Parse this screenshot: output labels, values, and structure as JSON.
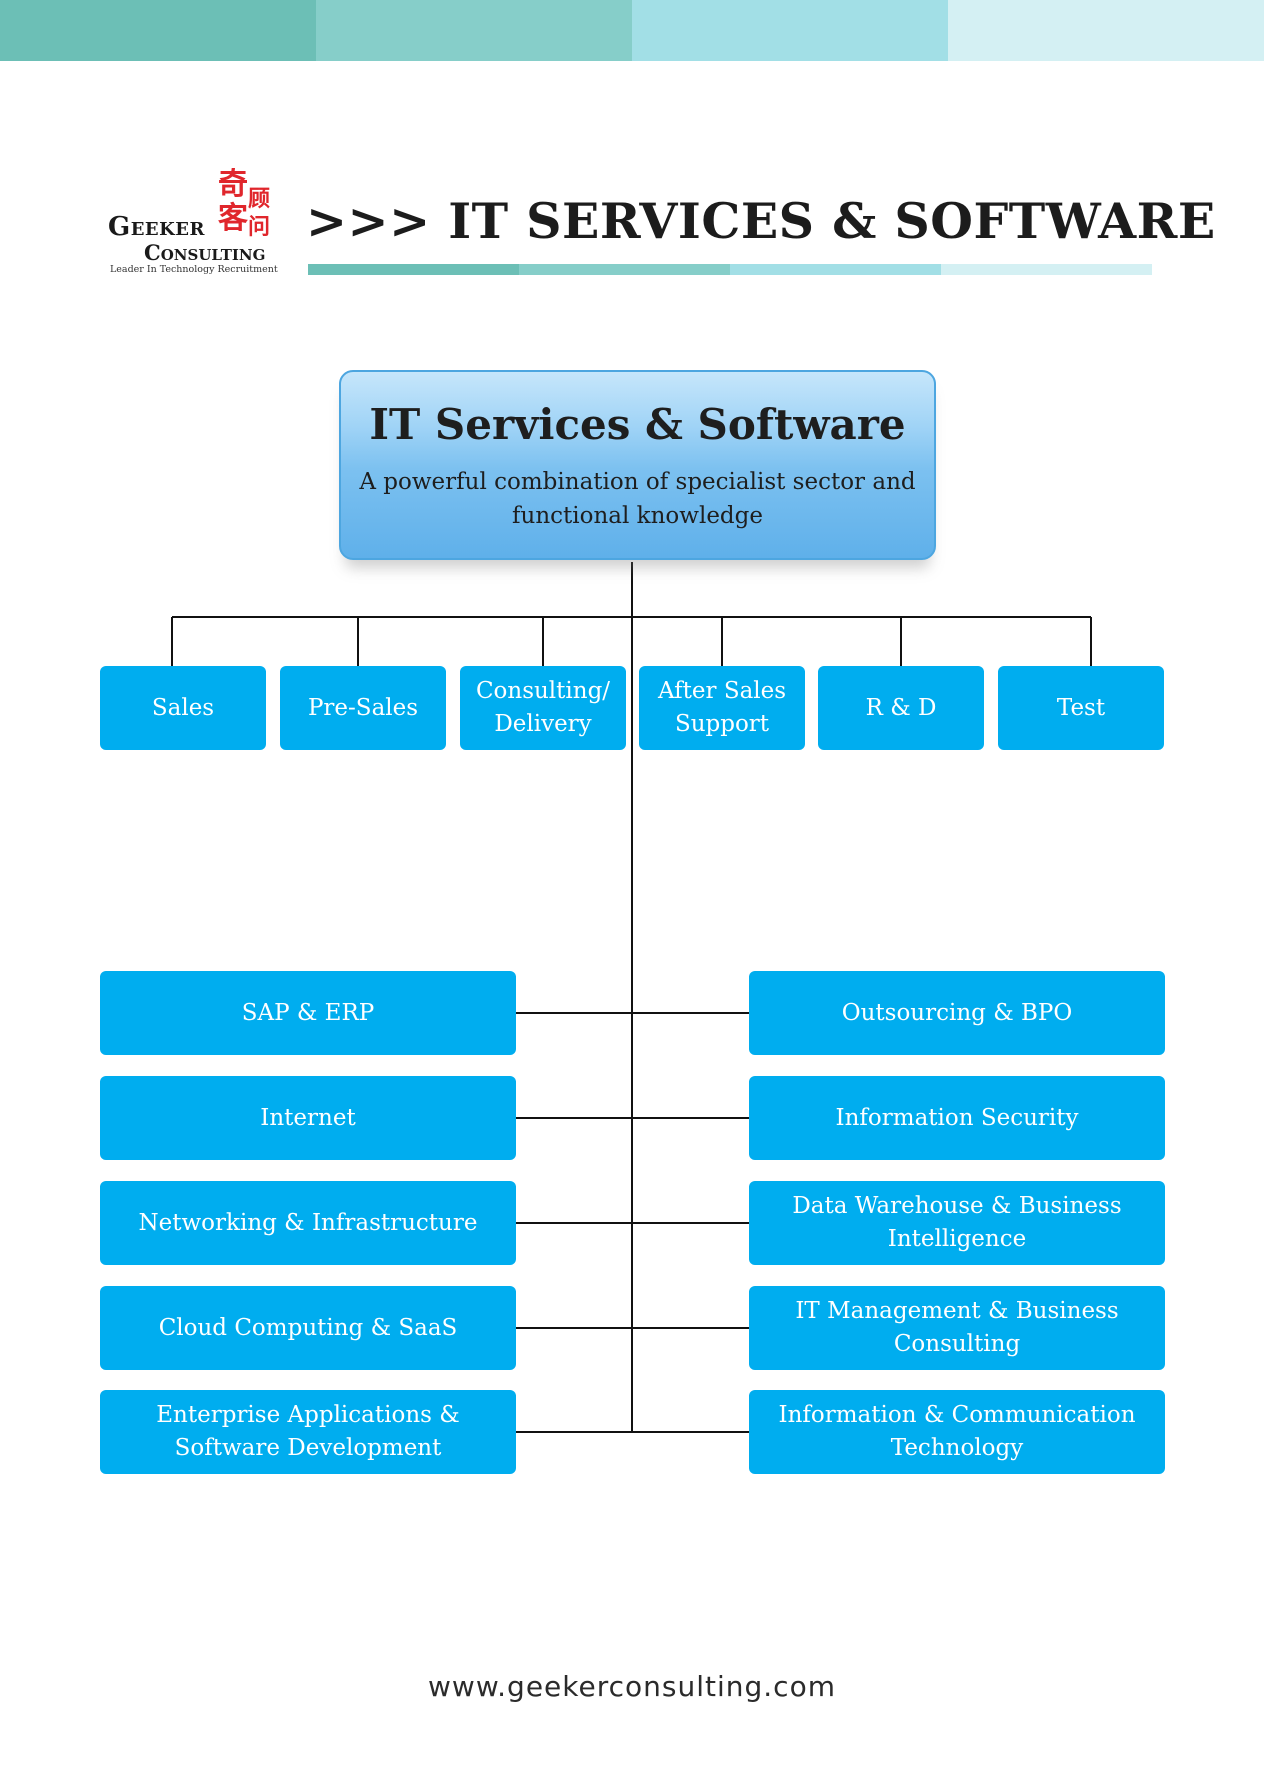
{
  "colors": {
    "top_bar": [
      "#6cbfb6",
      "#86cec9",
      "#a2dfe6",
      "#d4f0f3"
    ],
    "title_bar": [
      "#6cbfb6",
      "#86cec9",
      "#a2dfe6",
      "#d4f0f3"
    ],
    "node_fill": "#00adef",
    "brand_red": "#e0262c"
  },
  "logo": {
    "chinese": [
      "奇",
      "顾",
      "客",
      "问"
    ],
    "name_line1": "Geeker",
    "name_line2": "Consulting",
    "tagline": "Leader In Technology Recruitment"
  },
  "header": {
    "title": ">>> IT SERVICES & SOFTWARE"
  },
  "root": {
    "title": "IT Services & Software",
    "subtitle": "A powerful combination of specialist sector and functional knowledge"
  },
  "functions": [
    "Sales",
    "Pre-Sales",
    "Consulting/ Delivery",
    "After Sales Support",
    "R & D",
    "Test"
  ],
  "sectors_left": [
    "SAP & ERP",
    "Internet",
    "Networking & Infrastructure",
    "Cloud Computing & SaaS",
    "Enterprise Applications & Software Development"
  ],
  "sectors_right": [
    "Outsourcing & BPO",
    "Information Security",
    "Data Warehouse & Business Intelligence",
    "IT Management & Business Consulting",
    "Information & Communication Technology"
  ],
  "footer": {
    "url": "www.geekerconsulting.com"
  }
}
